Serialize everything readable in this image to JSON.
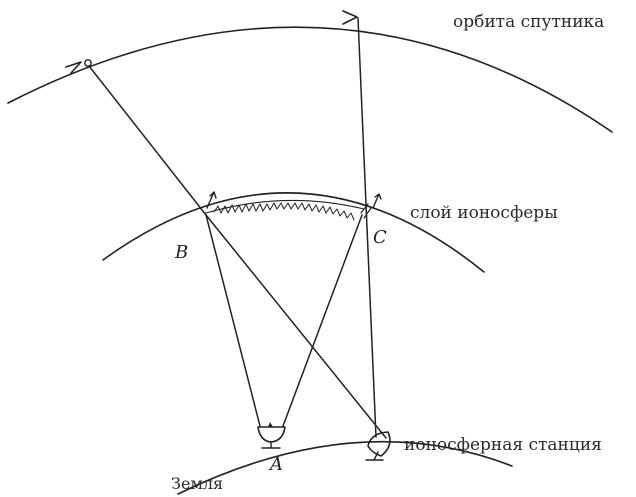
{
  "labels": {
    "satellite_orbit": "орбита спутника",
    "ionosphere_layer": "слой ионосферы",
    "ionospheric_station": "ионосферная станция",
    "earth": "Земля",
    "point_a": "A",
    "point_b": "B",
    "point_c": "C"
  }
}
